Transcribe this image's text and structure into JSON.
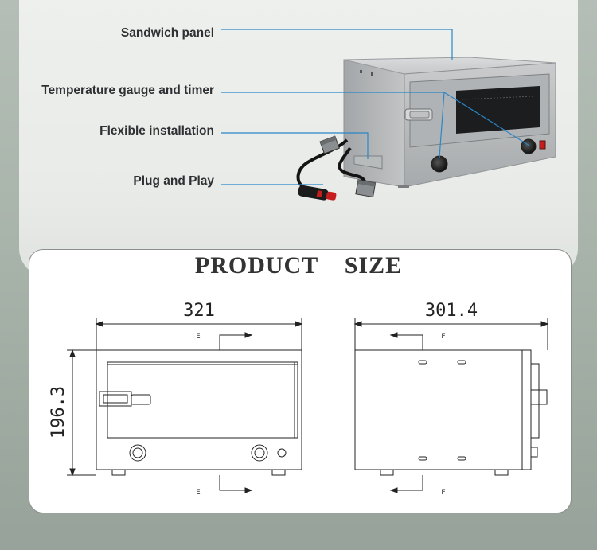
{
  "features": {
    "sandwich_panel": "Sandwich panel",
    "temperature_gauge": "Temperature gauge and timer",
    "flexible_installation": "Flexible installation",
    "plug_and_play": "Plug and Play"
  },
  "size_section": {
    "title": "PRODUCT  SIZE",
    "front_width": "321",
    "height": "196.3",
    "side_depth": "301.4",
    "section_front": "E",
    "section_side": "F"
  },
  "colors": {
    "callout_line": "#2a86c8",
    "stainless": "#b9bcbe",
    "drawing_line": "#222222"
  }
}
